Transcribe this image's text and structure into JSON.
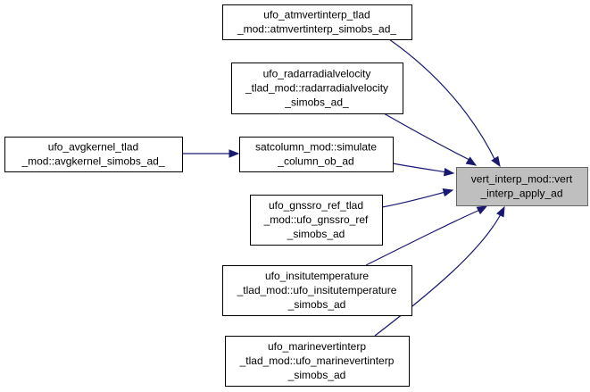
{
  "nodes": [
    {
      "id": "target",
      "lines": [
        "vert_interp_mod::vert",
        "_interp_apply_ad"
      ],
      "highlighted": true
    },
    {
      "id": "atmvertinterp",
      "lines": [
        "ufo_atmvertinterp_tlad",
        "_mod::atmvertinterp_simobs_ad_"
      ]
    },
    {
      "id": "radarradialvelocity",
      "lines": [
        "ufo_radarradialvelocity",
        "_tlad_mod::radarradialvelocity",
        "_simobs_ad_"
      ]
    },
    {
      "id": "satcolumn",
      "lines": [
        "satcolumn_mod::simulate",
        "_column_ob_ad"
      ]
    },
    {
      "id": "avgkernel",
      "lines": [
        "ufo_avgkernel_tlad",
        "_mod::avgkernel_simobs_ad_"
      ]
    },
    {
      "id": "gnssro",
      "lines": [
        "ufo_gnssro_ref_tlad",
        "_mod::ufo_gnssro_ref",
        "_simobs_ad"
      ]
    },
    {
      "id": "insitutemperature",
      "lines": [
        "ufo_insitutemperature",
        "_tlad_mod::ufo_insitutemperature",
        "_simobs_ad"
      ]
    },
    {
      "id": "marinevertinterp",
      "lines": [
        "ufo_marinevertinterp",
        "_tlad_mod::ufo_marinevertinterp",
        "_simobs_ad"
      ]
    }
  ],
  "edges": [
    {
      "from": "atmvertinterp",
      "to": "target"
    },
    {
      "from": "radarradialvelocity",
      "to": "target"
    },
    {
      "from": "satcolumn",
      "to": "target"
    },
    {
      "from": "gnssro",
      "to": "target"
    },
    {
      "from": "insitutemperature",
      "to": "target"
    },
    {
      "from": "marinevertinterp",
      "to": "target"
    },
    {
      "from": "avgkernel",
      "to": "satcolumn"
    }
  ],
  "colors": {
    "edge": "#191970",
    "highlight_fill": "#bfbfbf",
    "highlight_border": "#666666",
    "box_border": "#000000"
  }
}
